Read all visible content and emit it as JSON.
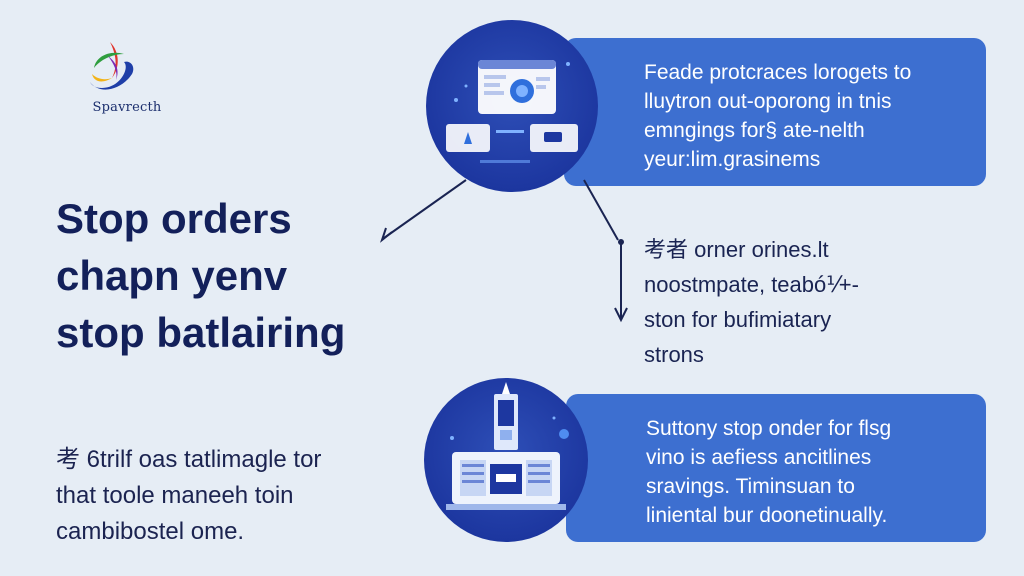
{
  "logo": {
    "text": "Spavrecth",
    "icon": "swoosh-logo-icon",
    "colors": [
      "#e0342c",
      "#f2b318",
      "#2f9e3f",
      "#1f3fa8"
    ]
  },
  "headline": {
    "lines": [
      "Stop orders",
      "chapn yenv",
      "stop batlairing"
    ]
  },
  "body_text": {
    "lines": [
      "考 6trilf oas tatlimagle tor",
      "that toole maneeh toin",
      "cambibostel ome."
    ]
  },
  "top_card": {
    "icon": "browser-window-icon",
    "lines": [
      "Feade protcraces lorogets to",
      "lluytron out-oporong in tnis",
      "emngings for§ ate-nelth",
      "yeur:lim.grasinems"
    ]
  },
  "middle_note": {
    "lines": [
      "考者 orner orines.lt",
      "noostmpate, teabó⅟+-",
      "ston for bufimiatary",
      "strons"
    ]
  },
  "bottom_card": {
    "icon": "server-rack-icon",
    "lines": [
      "Suttony stop onder for flsg",
      "vino is aefiess ancitlines",
      "sravings. Timinsuan to",
      "liniental bur doonetinually."
    ]
  },
  "colors": {
    "background": "#e6edf5",
    "card_blue": "#3d6fd0",
    "circle_blue": "#1d37a0",
    "headline": "#13205a"
  }
}
